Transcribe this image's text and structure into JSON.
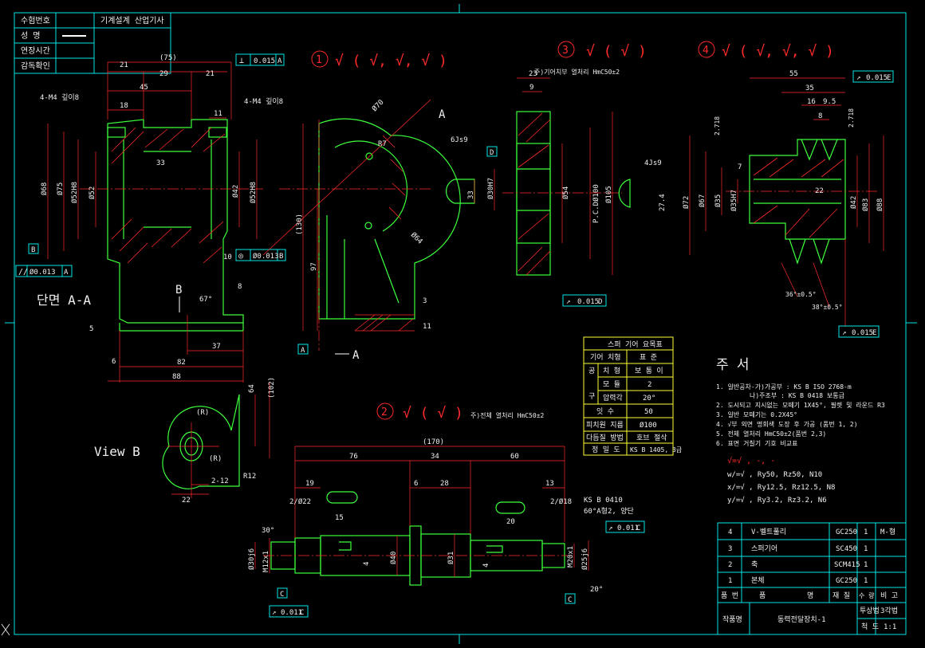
{
  "title_block": {
    "rows": [
      {
        "label": "수험번호",
        "value": "기계설계 산업기사"
      },
      {
        "label": "성    명",
        "value": ""
      },
      {
        "label": "연장시간",
        "value": ""
      },
      {
        "label": "감독확인",
        "value": ""
      }
    ]
  },
  "views": {
    "section_label": "단면 A-A",
    "view_b_label": "View B",
    "part1_number": "1",
    "part2_number": "2",
    "part3_number": "3",
    "part4_number": "4",
    "cut_a": "A",
    "cut_b": "B",
    "datum_a": "A",
    "datum_b": "B",
    "datum_c": "C",
    "datum_d": "D",
    "datum_e": "E"
  },
  "part1": {
    "dim_75": "(75)",
    "dim_21a": "21",
    "dim_29": "29",
    "dim_21b": "21",
    "dim_45": "45",
    "dim_18": "18",
    "dim_11": "11",
    "tap_left": "4-M4 깊이8",
    "tap_right": "4-M4 깊이8",
    "tol_perp": "0.015",
    "tol_conc": "Ø0.013",
    "tol_par": "Ø0.013",
    "dim_33": "33",
    "dim_68": "Ø68",
    "dim_75d": "Ø75",
    "dim_52h8": "Ø52H8",
    "dim_52": "Ø52",
    "dim_42": "Ø42",
    "dim_52h8b": "Ø52H8",
    "dim_5": "5",
    "dim_6": "6",
    "dim_37": "37",
    "dim_82": "82",
    "dim_88": "88",
    "dim_8": "8",
    "dim_10": "10",
    "dim_130": "(130)",
    "dim_97": "97",
    "dim_r7": "R7",
    "dim_70": "Ø70",
    "dim_64": "Ø64",
    "dim_3": "3",
    "dim_11b": "11",
    "dim_64b": "64",
    "dim_102": "(102)",
    "dim_r1": "(R)",
    "dim_r2": "(R)",
    "dim_r12": "R12",
    "dim_212": "2-12",
    "dim_22": "22",
    "dim_67": "67°"
  },
  "part2": {
    "finish_note": "주)전체 열처리 HmC50±2",
    "dim_170": "(170)",
    "dim_76": "76",
    "dim_34": "34",
    "dim_60": "60",
    "dim_19": "19",
    "dim_6": "6",
    "dim_28": "28",
    "dim_13": "13",
    "dim_2x22": "2/Ø22",
    "dim_2x18": "2/Ø18",
    "dim_15": "15",
    "ks_center": "KS B 0410",
    "center_note": "60°A형2, 양단",
    "tol": "0.011",
    "tol2": "0.011",
    "dim_30j6": "Ø30j6",
    "dim_m12": "M12x1",
    "dim_40": "Ø40",
    "dim_31": "Ø31",
    "dim_25j6": "Ø25j6",
    "dim_m20": "M20x1",
    "dim_30deg": "30°",
    "dim_20deg": "20°",
    "dim_4": "4",
    "dim_20": "20"
  },
  "part3": {
    "finish_note": "주)기어치부 열처리 HmC50±2",
    "dim_23": "23",
    "dim_9": "9",
    "dim_6js9": "6Js9",
    "dim_30h7": "Ø30H7",
    "dim_33": "33",
    "dim_54": "Ø54",
    "dim_pcd": "P.C.DØ100",
    "dim_105": "Ø105",
    "tol": "0.015"
  },
  "part4": {
    "dim_55": "55",
    "dim_35": "35",
    "dim_16": "16",
    "dim_95": "9.5",
    "dim_8": "8",
    "dim_2718a": "2.718",
    "dim_2718b": "2.718",
    "dim_4js9": "4Js9",
    "dim_274": "27.4",
    "dim_72": "Ø72",
    "dim_67": "Ø67",
    "dim_35d": "Ø35",
    "dim_35h7": "Ø35H7",
    "dim_22": "22",
    "dim_42": "Ø42",
    "dim_83": "Ø83",
    "dim_88": "Ø88",
    "angle_a": "36°±0.5°",
    "angle_b": "38°±0.5°",
    "tol_a": "0.015",
    "tol_b": "0.015",
    "dim_7": "7"
  },
  "gear_table": {
    "title": "스퍼 기어 요목표",
    "header": [
      "기어 치형",
      "표 준"
    ],
    "rows": [
      [
        "치 형",
        "보 통 이"
      ],
      [
        "모 듈",
        "2"
      ],
      [
        "압력각",
        "20°"
      ],
      [
        "잇 수",
        "50"
      ],
      [
        "피치원 지름",
        "Ø100"
      ],
      [
        "다듬질 방법",
        "호브 절삭"
      ],
      [
        "정 밀 도",
        "KS B 1405, 3급"
      ]
    ],
    "side_labels": [
      "공",
      "구"
    ]
  },
  "notes": {
    "title": "주 서",
    "items": [
      "1. 일반공차-가)가공부 : KS B ISO 2768-m",
      "나)주조부 : KS B 0418 보통급",
      "2. 도시되고 지시없는 모떼기 1X45°, 필렛 및 라운드 R3",
      "3. 일반 모떼기는 0.2X45°",
      "4. √부 외면 명회색 도장 후 가공 (품번 1, 2)",
      "5. 전체 열처리 HmC50±2(품번 2,3)",
      "6. 표면 거칠기 기호 비교표"
    ],
    "rough": [
      "√=√ , -, -",
      "w/=√ , Ry50, Rz50, N10",
      "x/=√ , Ry12.5, Rz12.5, N8",
      "y/=√ , Ry3.2, Rz3.2, N6"
    ]
  },
  "parts_list": {
    "rows": [
      [
        "4",
        "V-벨트풀리",
        "GC250",
        "1",
        "M-형"
      ],
      [
        "3",
        "스퍼기어",
        "SC450",
        "1",
        ""
      ],
      [
        "2",
        "축",
        "SCM415",
        "1",
        ""
      ],
      [
        "1",
        "본체",
        "GC250",
        "1",
        ""
      ]
    ],
    "header": [
      "품 번",
      "품",
      "명",
      "재 질",
      "수 량",
      "비 고"
    ],
    "work_label": "작품명",
    "work_name": "동력전달장치-1",
    "proj_label": "투상법",
    "proj_value": "3각법",
    "scale_label": "척 도",
    "scale_value": "1:1"
  }
}
